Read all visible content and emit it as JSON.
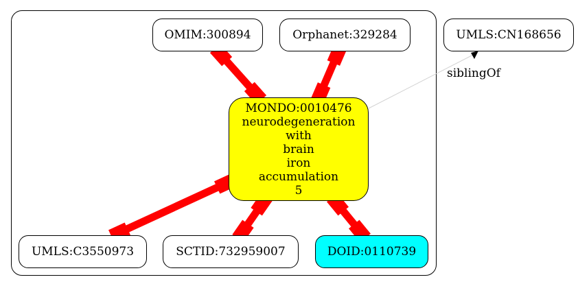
{
  "colors": {
    "edge_strong": "#ff0000",
    "edge_weak": "#d3d3d3",
    "center_fill": "#ffff00",
    "highlight_fill": "#00ffff",
    "default_fill": "#ffffff"
  },
  "nodes": {
    "omim": {
      "label": "OMIM:300894"
    },
    "orphanet": {
      "label": "Orphanet:329284"
    },
    "umls_cn": {
      "label": "UMLS:CN168656"
    },
    "center": {
      "lines": [
        "MONDO:0010476",
        "neurodegeneration",
        "with",
        "brain",
        "iron",
        "accumulation",
        "5"
      ]
    },
    "umls_c": {
      "label": "UMLS:C3550973"
    },
    "sctid": {
      "label": "SCTID:732959007"
    },
    "doid": {
      "label": "DOID:0110739"
    }
  },
  "edges": [
    {
      "id": "omim-center",
      "label": ""
    },
    {
      "id": "orphanet-center",
      "label": ""
    },
    {
      "id": "center-umls_c",
      "label": ""
    },
    {
      "id": "center-sctid",
      "label": ""
    },
    {
      "id": "center-doid",
      "label": ""
    },
    {
      "id": "center-umls_cn",
      "label": "siblingOf"
    }
  ]
}
